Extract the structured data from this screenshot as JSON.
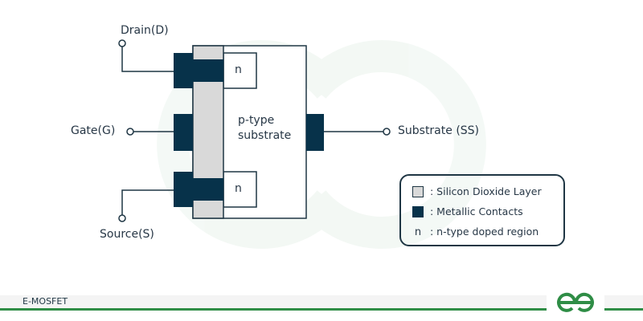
{
  "diagram": {
    "title": "E-MOSFET",
    "terminals": {
      "drain": "Drain(D)",
      "gate": "Gate(G)",
      "source": "Source(S)",
      "substrate": "Substrate (SS)"
    },
    "regions": {
      "n_top": "n",
      "n_bottom": "n",
      "substrate_line1": "p-type",
      "substrate_line2": "substrate"
    },
    "legend": [
      {
        "symbol": "oxide",
        "label": ": Silicon Dioxide Layer"
      },
      {
        "symbol": "metal",
        "label": ": Metallic Contacts"
      },
      {
        "symbol": "n",
        "text": "n",
        "label": ": n-type doped region"
      }
    ],
    "colors": {
      "metal": "#07324a",
      "oxide": "#d9d9d9",
      "line": "#1f3644",
      "brand": "#2f8d46"
    }
  },
  "footer": {
    "caption": "E-MOSFET",
    "logo": "gfg-logo-icon"
  }
}
